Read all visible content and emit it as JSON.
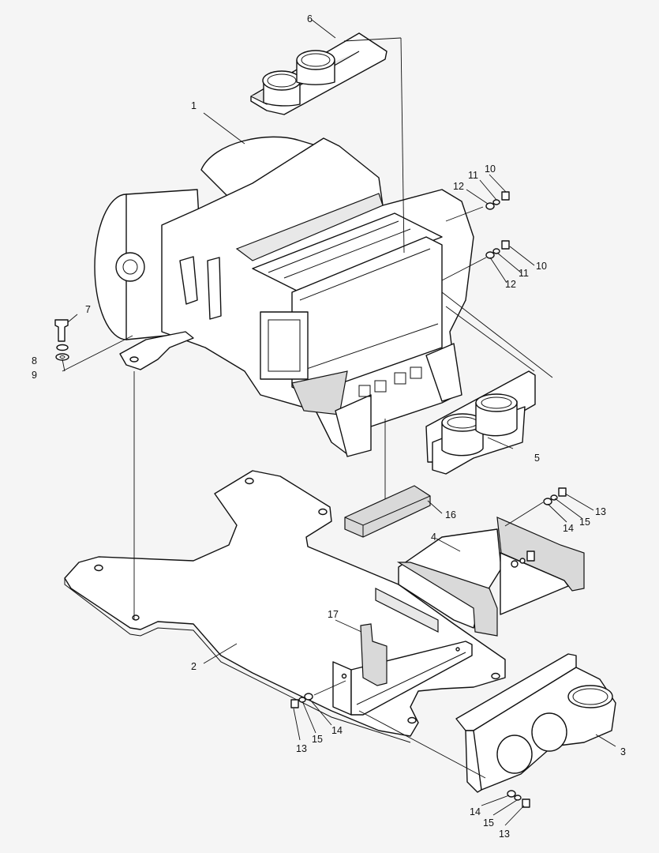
{
  "callouts": {
    "c1": "1",
    "c2": "2",
    "c3": "3",
    "c4": "4",
    "c5": "5",
    "c6": "6",
    "c7": "7",
    "c8": "8",
    "c9": "9",
    "c10a": "10",
    "c10b": "10",
    "c11a": "11",
    "c11b": "11",
    "c12a": "12",
    "c12b": "12",
    "c13a": "13",
    "c13b": "13",
    "c13c": "13",
    "c14a": "14",
    "c14b": "14",
    "c14c": "14",
    "c15a": "15",
    "c15b": "15",
    "c15c": "15",
    "c16": "16",
    "c17": "17"
  },
  "colors": {
    "background": "#f5f5f5",
    "line": "#111111",
    "foam": "#d9d9d9"
  }
}
